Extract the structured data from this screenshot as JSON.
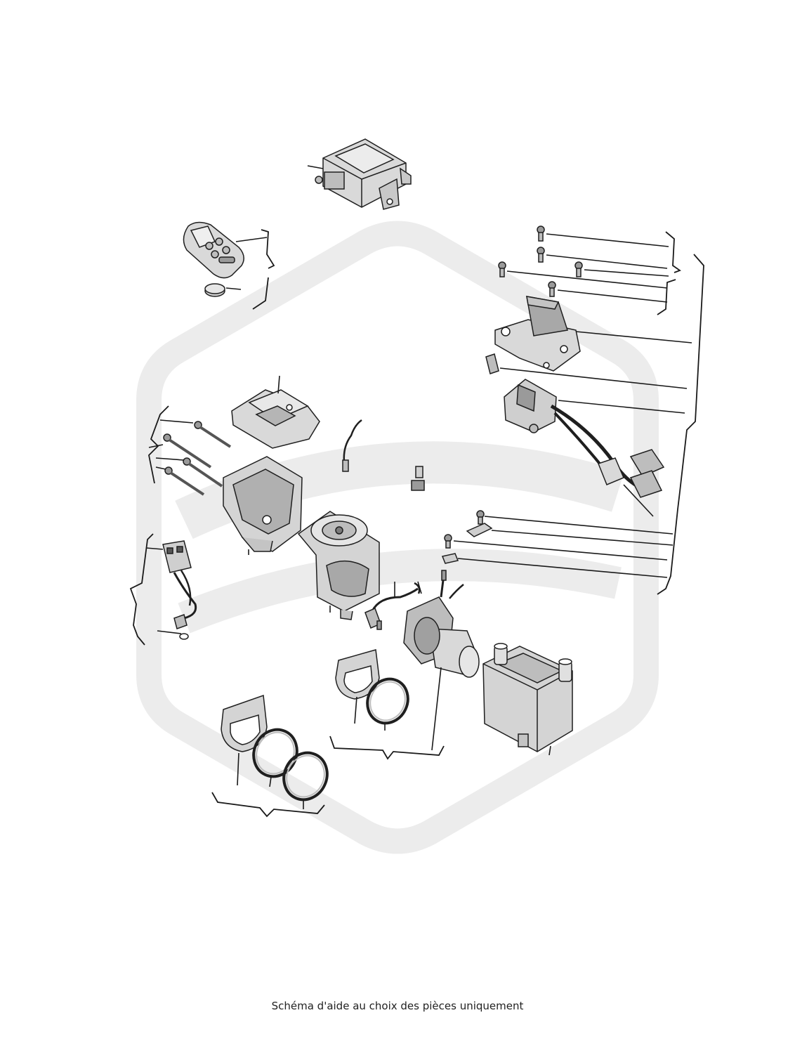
{
  "caption": "Schéma d'aide au choix des pièces uniquement",
  "colors": {
    "watermark": "#ececec",
    "part_fill": "#d9d9d9",
    "part_dark": "#9a9a9a",
    "line": "#1a1a1a",
    "background": "#ffffff"
  },
  "parts": [
    "control-unit",
    "remote-control",
    "coin-battery",
    "screw",
    "air-box-cover",
    "cover-seal",
    "fuel-pump-harness",
    "fan-cover",
    "long-bolt",
    "fan-housing",
    "blower-wheel",
    "wire-harness-connector",
    "temperature-sensor",
    "bracket-clip",
    "spark-plug-wire",
    "burner-tube",
    "heat-exchanger",
    "gasket",
    "o-ring"
  ]
}
